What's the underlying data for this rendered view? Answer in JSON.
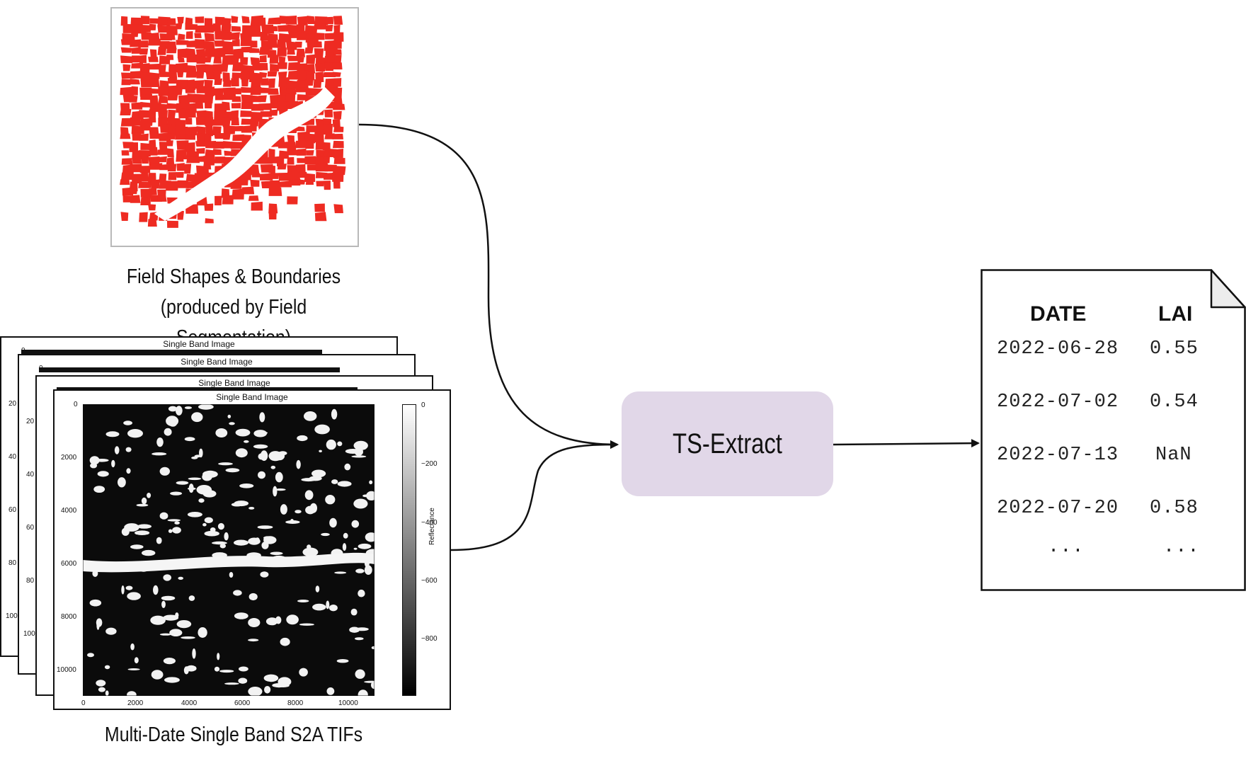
{
  "field_map": {
    "caption_line1": "Field Shapes & Boundaries",
    "caption_line2": "(produced by Field Segmentation)",
    "field_color": "#ee2b22"
  },
  "tif_stack": {
    "caption": "Multi-Date Single Band S2A TIFs",
    "panel_title": "Single Band Image",
    "y_ticks": [
      "0",
      "2000",
      "4000",
      "6000",
      "8000",
      "10000"
    ],
    "x_ticks": [
      "0",
      "2000",
      "4000",
      "6000",
      "8000",
      "10000"
    ],
    "colorbar_ticks": [
      "0",
      "−200",
      "−400",
      "−600",
      "−800"
    ],
    "colorbar_label": "Reflectance",
    "back_y_ticks": [
      "0",
      "20",
      "40",
      "60",
      "80",
      "100"
    ]
  },
  "process": {
    "label": "TS-Extract",
    "color": "#e1d7e8"
  },
  "output": {
    "headers": [
      "DATE",
      "LAI"
    ],
    "rows": [
      [
        "2022-06-28",
        "0.55"
      ],
      [
        "2022-07-02",
        "0.54"
      ],
      [
        "2022-07-13",
        "NaN"
      ],
      [
        "2022-07-20",
        "0.58"
      ],
      [
        "...",
        "..."
      ]
    ]
  }
}
